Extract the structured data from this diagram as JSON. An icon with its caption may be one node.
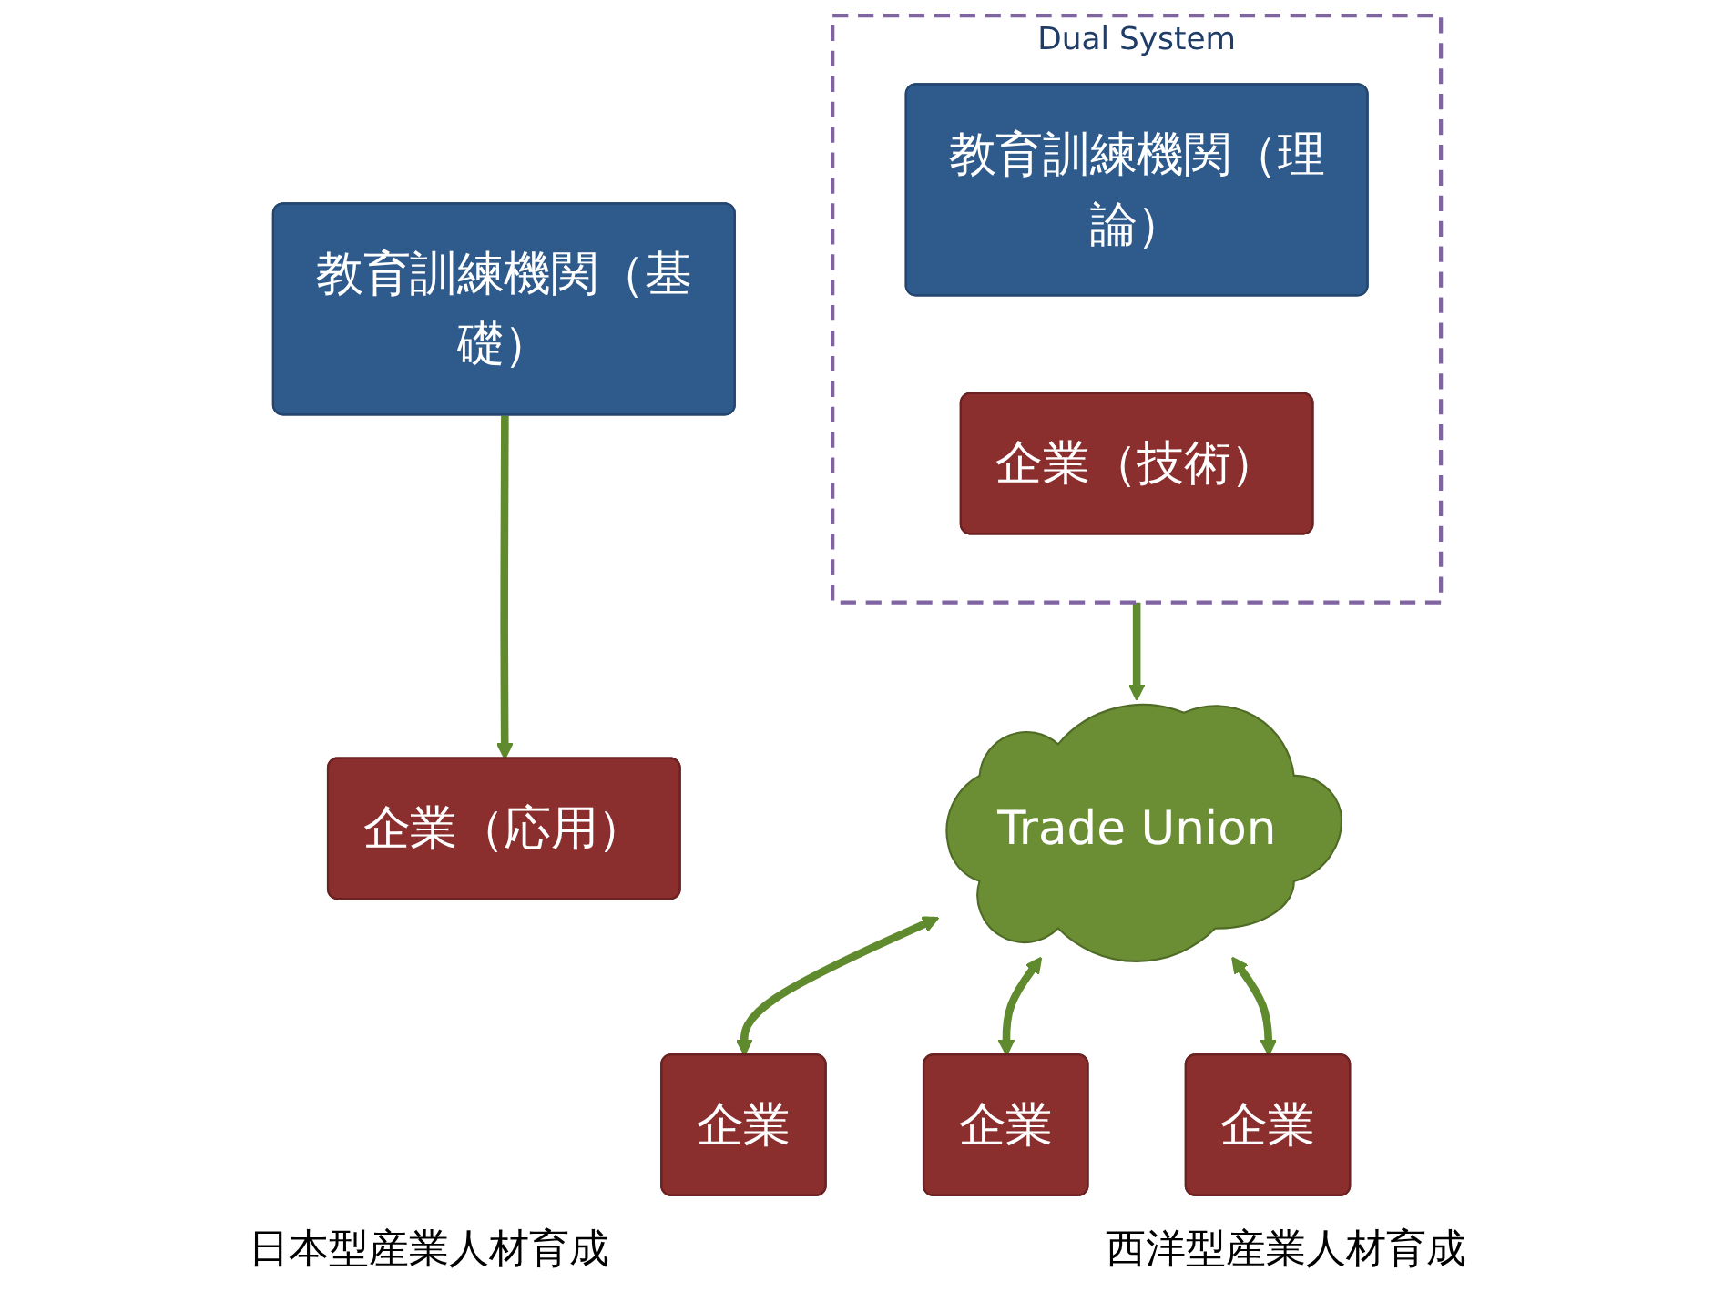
{
  "diagram": {
    "nodes": [
      {
        "text": [
          "教育訓練機関（基礎）"
        ]
      },
      {
        "text": [
          "企業（応用）"
        ]
      },
      {
        "text": [
          "Dual System"
        ]
      },
      {
        "text": [
          "教育訓練機関（理論）"
        ],
        "in": 2
      },
      {
        "text": [
          "企業（技術）"
        ],
        "in": 2
      },
      {
        "text": [
          "Trade Union"
        ]
      },
      {
        "text": [
          "企業"
        ]
      },
      {
        "text": [
          "企業"
        ]
      },
      {
        "text": [
          "企業"
        ]
      }
    ],
    "edges": [
      {
        "from": 0,
        "to": 1,
        "arrow": "to"
      },
      {
        "from": 2,
        "to": 5,
        "arrow": "to"
      },
      {
        "from": 5,
        "to": 6,
        "arrow": "both"
      },
      {
        "from": 5,
        "to": 7,
        "arrow": "both"
      },
      {
        "from": 5,
        "to": 8,
        "arrow": "both"
      }
    ],
    "labels": [
      "日本型産業人材育成",
      "西洋型産業人材育成"
    ]
  }
}
